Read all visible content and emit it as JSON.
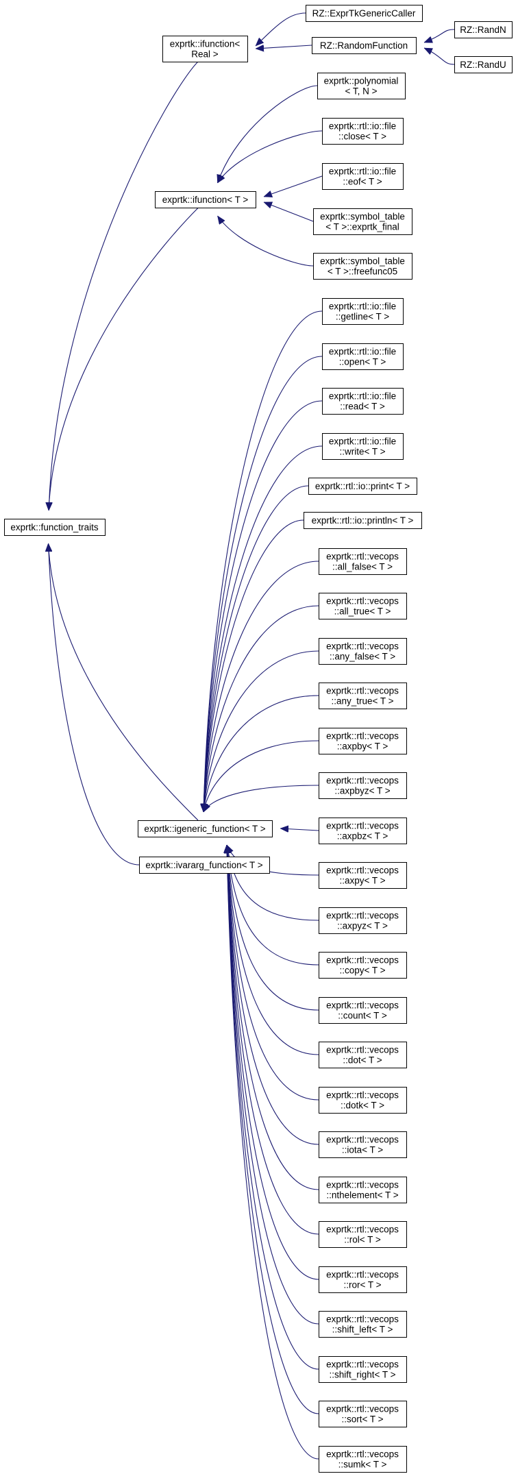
{
  "diagram": {
    "nodes": [
      {
        "id": "function_traits",
        "lines": [
          "exprtk::function_traits"
        ]
      },
      {
        "id": "ifunction_real",
        "lines": [
          "exprtk::ifunction<",
          "Real >"
        ]
      },
      {
        "id": "expr_caller",
        "lines": [
          "RZ::ExprTkGenericCaller"
        ]
      },
      {
        "id": "random_function",
        "lines": [
          "RZ::RandomFunction"
        ]
      },
      {
        "id": "randn",
        "lines": [
          "RZ::RandN"
        ]
      },
      {
        "id": "randu",
        "lines": [
          "RZ::RandU"
        ]
      },
      {
        "id": "ifunction_t",
        "lines": [
          "exprtk::ifunction< T >"
        ]
      },
      {
        "id": "polynomial",
        "lines": [
          "exprtk::polynomial",
          "< T, N >"
        ]
      },
      {
        "id": "file_close",
        "lines": [
          "exprtk::rtl::io::file",
          "::close< T >"
        ]
      },
      {
        "id": "file_eof",
        "lines": [
          "exprtk::rtl::io::file",
          "::eof< T >"
        ]
      },
      {
        "id": "exprtk_final",
        "lines": [
          "exprtk::symbol_table",
          "< T >::exprtk_final"
        ]
      },
      {
        "id": "freefunc05",
        "lines": [
          "exprtk::symbol_table",
          "< T >::freefunc05"
        ]
      },
      {
        "id": "igeneric",
        "lines": [
          "exprtk::igeneric_function< T >"
        ]
      },
      {
        "id": "ivararg",
        "lines": [
          "exprtk::ivararg_function< T >"
        ]
      },
      {
        "id": "file_getline",
        "lines": [
          "exprtk::rtl::io::file",
          "::getline< T >"
        ]
      },
      {
        "id": "file_open",
        "lines": [
          "exprtk::rtl::io::file",
          "::open< T >"
        ]
      },
      {
        "id": "file_read",
        "lines": [
          "exprtk::rtl::io::file",
          "::read< T >"
        ]
      },
      {
        "id": "file_write",
        "lines": [
          "exprtk::rtl::io::file",
          "::write< T >"
        ]
      },
      {
        "id": "io_print",
        "lines": [
          "exprtk::rtl::io::print< T >"
        ]
      },
      {
        "id": "io_println",
        "lines": [
          "exprtk::rtl::io::println< T >"
        ]
      },
      {
        "id": "all_false",
        "lines": [
          "exprtk::rtl::vecops",
          "::all_false< T >"
        ]
      },
      {
        "id": "all_true",
        "lines": [
          "exprtk::rtl::vecops",
          "::all_true< T >"
        ]
      },
      {
        "id": "any_false",
        "lines": [
          "exprtk::rtl::vecops",
          "::any_false< T >"
        ]
      },
      {
        "id": "any_true",
        "lines": [
          "exprtk::rtl::vecops",
          "::any_true< T >"
        ]
      },
      {
        "id": "axpby",
        "lines": [
          "exprtk::rtl::vecops",
          "::axpby< T >"
        ]
      },
      {
        "id": "axpbyz",
        "lines": [
          "exprtk::rtl::vecops",
          "::axpbyz< T >"
        ]
      },
      {
        "id": "axpbz",
        "lines": [
          "exprtk::rtl::vecops",
          "::axpbz< T >"
        ]
      },
      {
        "id": "axpy",
        "lines": [
          "exprtk::rtl::vecops",
          "::axpy< T >"
        ]
      },
      {
        "id": "axpyz",
        "lines": [
          "exprtk::rtl::vecops",
          "::axpyz< T >"
        ]
      },
      {
        "id": "copy",
        "lines": [
          "exprtk::rtl::vecops",
          "::copy< T >"
        ]
      },
      {
        "id": "count",
        "lines": [
          "exprtk::rtl::vecops",
          "::count< T >"
        ]
      },
      {
        "id": "dot",
        "lines": [
          "exprtk::rtl::vecops",
          "::dot< T >"
        ]
      },
      {
        "id": "dotk",
        "lines": [
          "exprtk::rtl::vecops",
          "::dotk< T >"
        ]
      },
      {
        "id": "iota",
        "lines": [
          "exprtk::rtl::vecops",
          "::iota< T >"
        ]
      },
      {
        "id": "nthelement",
        "lines": [
          "exprtk::rtl::vecops",
          "::nthelement< T >"
        ]
      },
      {
        "id": "rol",
        "lines": [
          "exprtk::rtl::vecops",
          "::rol< T >"
        ]
      },
      {
        "id": "ror",
        "lines": [
          "exprtk::rtl::vecops",
          "::ror< T >"
        ]
      },
      {
        "id": "shift_left",
        "lines": [
          "exprtk::rtl::vecops",
          "::shift_left< T >"
        ]
      },
      {
        "id": "shift_right",
        "lines": [
          "exprtk::rtl::vecops",
          "::shift_right< T >"
        ]
      },
      {
        "id": "sort",
        "lines": [
          "exprtk::rtl::vecops",
          "::sort< T >"
        ]
      },
      {
        "id": "sumk",
        "lines": [
          "exprtk::rtl::vecops",
          "::sumk< T >"
        ]
      }
    ],
    "edges": [
      {
        "from": "ifunction_real",
        "to": "function_traits"
      },
      {
        "from": "ifunction_t",
        "to": "function_traits"
      },
      {
        "from": "igeneric",
        "to": "function_traits"
      },
      {
        "from": "ivararg",
        "to": "function_traits"
      },
      {
        "from": "expr_caller",
        "to": "ifunction_real"
      },
      {
        "from": "random_function",
        "to": "ifunction_real"
      },
      {
        "from": "randn",
        "to": "random_function"
      },
      {
        "from": "randu",
        "to": "random_function"
      },
      {
        "from": "polynomial",
        "to": "ifunction_t"
      },
      {
        "from": "file_close",
        "to": "ifunction_t"
      },
      {
        "from": "file_eof",
        "to": "ifunction_t"
      },
      {
        "from": "exprtk_final",
        "to": "ifunction_t"
      },
      {
        "from": "freefunc05",
        "to": "ifunction_t"
      },
      {
        "from": "file_getline",
        "to": "igeneric"
      },
      {
        "from": "file_open",
        "to": "igeneric"
      },
      {
        "from": "file_read",
        "to": "igeneric"
      },
      {
        "from": "file_write",
        "to": "igeneric"
      },
      {
        "from": "io_print",
        "to": "igeneric"
      },
      {
        "from": "io_println",
        "to": "igeneric"
      },
      {
        "from": "all_false",
        "to": "igeneric"
      },
      {
        "from": "all_true",
        "to": "igeneric"
      },
      {
        "from": "any_false",
        "to": "igeneric"
      },
      {
        "from": "any_true",
        "to": "igeneric"
      },
      {
        "from": "axpby",
        "to": "igeneric"
      },
      {
        "from": "axpbyz",
        "to": "igeneric"
      },
      {
        "from": "axpbz",
        "to": "igeneric"
      },
      {
        "from": "axpy",
        "to": "igeneric"
      },
      {
        "from": "axpyz",
        "to": "igeneric"
      },
      {
        "from": "copy",
        "to": "igeneric"
      },
      {
        "from": "count",
        "to": "igeneric"
      },
      {
        "from": "dot",
        "to": "igeneric"
      },
      {
        "from": "dotk",
        "to": "igeneric"
      },
      {
        "from": "iota",
        "to": "igeneric"
      },
      {
        "from": "nthelement",
        "to": "igeneric"
      },
      {
        "from": "rol",
        "to": "igeneric"
      },
      {
        "from": "ror",
        "to": "igeneric"
      },
      {
        "from": "shift_left",
        "to": "igeneric"
      },
      {
        "from": "shift_right",
        "to": "igeneric"
      },
      {
        "from": "sort",
        "to": "igeneric"
      },
      {
        "from": "sumk",
        "to": "igeneric"
      }
    ]
  },
  "colors": {
    "edge": "#191970",
    "node_border": "#000000",
    "node_fill": "#ffffff",
    "background": "#ffffff"
  }
}
